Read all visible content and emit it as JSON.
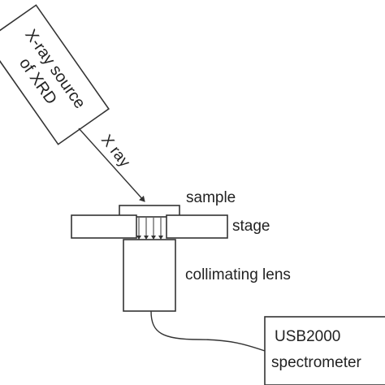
{
  "source": {
    "line1": "X-ray source",
    "line2": "of XRD"
  },
  "beam": {
    "label": "X ray"
  },
  "labels": {
    "sample": "sample",
    "stage": "stage",
    "collimating_lens": "collimating lens"
  },
  "spectrometer": {
    "line1": "USB2000",
    "line2": "spectrometer"
  },
  "colors": {
    "stroke": "#333333",
    "text": "#222222",
    "background": "#ffffff"
  }
}
